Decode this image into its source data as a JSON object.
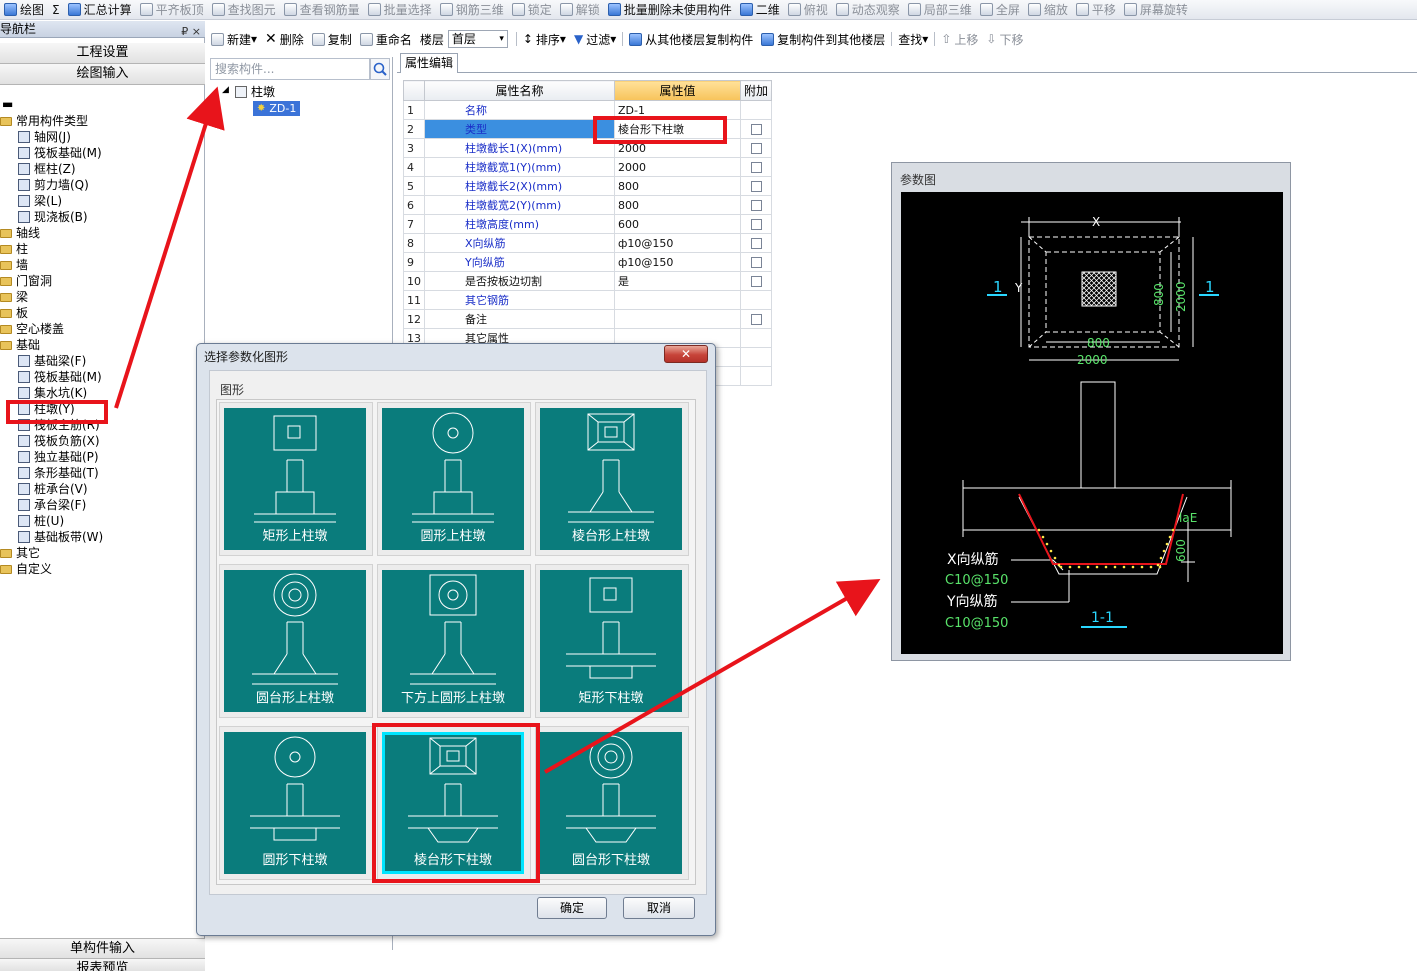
{
  "toolbar1": {
    "items": [
      {
        "label": "绘图",
        "enabled": true
      },
      {
        "label": "Σ",
        "enabled": true
      },
      {
        "label": "汇总计算",
        "enabled": true
      },
      {
        "label": "平齐板顶",
        "enabled": false
      },
      {
        "label": "查找图元",
        "enabled": false
      },
      {
        "label": "查看钢筋量",
        "enabled": false
      },
      {
        "label": "批量选择",
        "enabled": false
      },
      {
        "label": "钢筋三维",
        "enabled": false
      },
      {
        "label": "锁定",
        "enabled": false
      },
      {
        "label": "解锁",
        "enabled": false
      },
      {
        "label": "批量删除未使用构件",
        "enabled": true
      },
      {
        "label": "二维",
        "enabled": true
      },
      {
        "label": "俯视",
        "enabled": false
      },
      {
        "label": "动态观察",
        "enabled": false
      },
      {
        "label": "局部三维",
        "enabled": false
      },
      {
        "label": "全屏",
        "enabled": false
      },
      {
        "label": "缩放",
        "enabled": false
      },
      {
        "label": "平移",
        "enabled": false
      },
      {
        "label": "屏幕旋转",
        "enabled": false
      }
    ]
  },
  "nav": {
    "title": "导航栏",
    "pin": "₽ ×",
    "btn_project": "工程设置",
    "btn_drawing": "绘图输入",
    "btn_single": "单构件输入",
    "btn_report": "报表预览",
    "tree": [
      {
        "label": "常用构件类型",
        "level": 0,
        "type": "folder"
      },
      {
        "label": "轴网(J)",
        "level": 1,
        "type": "comp"
      },
      {
        "label": "筏板基础(M)",
        "level": 1,
        "type": "comp"
      },
      {
        "label": "框柱(Z)",
        "level": 1,
        "type": "comp"
      },
      {
        "label": "剪力墙(Q)",
        "level": 1,
        "type": "comp"
      },
      {
        "label": "梁(L)",
        "level": 1,
        "type": "comp"
      },
      {
        "label": "现浇板(B)",
        "level": 1,
        "type": "comp"
      },
      {
        "label": "轴线",
        "level": 0,
        "type": "folder"
      },
      {
        "label": "柱",
        "level": 0,
        "type": "folder"
      },
      {
        "label": "墙",
        "level": 0,
        "type": "folder"
      },
      {
        "label": "门窗洞",
        "level": 0,
        "type": "folder"
      },
      {
        "label": "梁",
        "level": 0,
        "type": "folder"
      },
      {
        "label": "板",
        "level": 0,
        "type": "folder"
      },
      {
        "label": "空心楼盖",
        "level": 0,
        "type": "folder"
      },
      {
        "label": "基础",
        "level": 0,
        "type": "folder"
      },
      {
        "label": "基础梁(F)",
        "level": 1,
        "type": "comp"
      },
      {
        "label": "筏板基础(M)",
        "level": 1,
        "type": "comp"
      },
      {
        "label": "集水坑(K)",
        "level": 1,
        "type": "comp"
      },
      {
        "label": "柱墩(Y)",
        "level": 1,
        "type": "comp"
      },
      {
        "label": "筏板主筋(R)",
        "level": 1,
        "type": "comp"
      },
      {
        "label": "筏板负筋(X)",
        "level": 1,
        "type": "comp"
      },
      {
        "label": "独立基础(P)",
        "level": 1,
        "type": "comp"
      },
      {
        "label": "条形基础(T)",
        "level": 1,
        "type": "comp"
      },
      {
        "label": "桩承台(V)",
        "level": 1,
        "type": "comp"
      },
      {
        "label": "承台梁(F)",
        "level": 1,
        "type": "comp"
      },
      {
        "label": "桩(U)",
        "level": 1,
        "type": "comp"
      },
      {
        "label": "基础板带(W)",
        "level": 1,
        "type": "comp"
      },
      {
        "label": "其它",
        "level": 0,
        "type": "folder"
      },
      {
        "label": "自定义",
        "level": 0,
        "type": "folder"
      }
    ]
  },
  "toolbar2": {
    "new": "新建",
    "delete": "删除",
    "copy": "复制",
    "rename": "重命名",
    "floor_label": "楼层",
    "floor_value": "首层",
    "sort": "排序",
    "filter": "过滤",
    "copy_from": "从其他楼层复制构件",
    "copy_to": "复制构件到其他楼层",
    "find": "查找",
    "up": "上移",
    "down": "下移"
  },
  "search": {
    "placeholder": "搜索构件..."
  },
  "comp_tree": {
    "root": "柱墩",
    "child": "ZD-1"
  },
  "props": {
    "tab": "属性编辑",
    "headers": [
      "属性名称",
      "属性值",
      "附加"
    ],
    "rows": [
      {
        "n": "1",
        "name": "名称",
        "value": "ZD-1",
        "blue": true,
        "check": false
      },
      {
        "n": "2",
        "name": "类型",
        "value": "棱台形下柱墩",
        "blue": true,
        "check": true
      },
      {
        "n": "3",
        "name": "柱墩截长1(X)(mm)",
        "value": "2000",
        "blue": true,
        "check": true
      },
      {
        "n": "4",
        "name": "柱墩截宽1(Y)(mm)",
        "value": "2000",
        "blue": true,
        "check": true
      },
      {
        "n": "5",
        "name": "柱墩截长2(X)(mm)",
        "value": "800",
        "blue": true,
        "check": true
      },
      {
        "n": "6",
        "name": "柱墩截宽2(Y)(mm)",
        "value": "800",
        "blue": true,
        "check": true
      },
      {
        "n": "7",
        "name": "柱墩高度(mm)",
        "value": "600",
        "blue": true,
        "check": true
      },
      {
        "n": "8",
        "name": "X向纵筋",
        "value": "ф10@150",
        "blue": true,
        "check": true
      },
      {
        "n": "9",
        "name": "Y向纵筋",
        "value": "ф10@150",
        "blue": true,
        "check": true
      },
      {
        "n": "10",
        "name": "是否按板边切割",
        "value": "是",
        "blue": false,
        "check": true
      },
      {
        "n": "11",
        "name": "其它钢筋",
        "value": "",
        "blue": true,
        "check": false
      },
      {
        "n": "12",
        "name": "备注",
        "value": "",
        "blue": false,
        "check": true
      },
      {
        "n": "13",
        "name": "其它属性",
        "value": "",
        "blue": false,
        "check": false
      },
      {
        "n": "",
        "name": "",
        "value": "",
        "blue": false,
        "check": false
      },
      {
        "n": "",
        "name": "",
        "value": "",
        "blue": false,
        "check": false
      }
    ]
  },
  "param": {
    "title": "参数图",
    "labels": {
      "x": "X",
      "y": "Y",
      "sec1a": "1",
      "sec1b": "1",
      "d800h": "800",
      "d2000h": "2000",
      "d800v": "800",
      "d2000v": "2000",
      "lae": "laE",
      "d600": "600",
      "xbar": "X向纵筋",
      "xbar_val": "C10@150",
      "ybar": "Y向纵筋",
      "ybar_val": "C10@150",
      "section": "1-1"
    }
  },
  "dialog": {
    "title": "选择参数化图形",
    "close": "✕",
    "group": "图形",
    "shapes": [
      {
        "label": "矩形上柱墩",
        "top": "square",
        "base": "step"
      },
      {
        "label": "圆形上柱墩",
        "top": "circle",
        "base": "step"
      },
      {
        "label": "棱台形上柱墩",
        "top": "frustum",
        "base": "taper"
      },
      {
        "label": "圆台形上柱墩",
        "top": "ring",
        "base": "taper"
      },
      {
        "label": "下方上圆形上柱墩",
        "top": "squarecircle",
        "base": "taper"
      },
      {
        "label": "矩形下柱墩",
        "top": "square",
        "base": "down"
      },
      {
        "label": "圆形下柱墩",
        "top": "circle",
        "base": "down"
      },
      {
        "label": "棱台形下柱墩",
        "top": "frustum",
        "base": "downtaper"
      },
      {
        "label": "圆台形下柱墩",
        "top": "ring",
        "base": "downtaper"
      }
    ],
    "ok": "确定",
    "cancel": "取消"
  },
  "colors": {
    "highlight": "#e8141b",
    "tile": "#0a7c7c",
    "selected_tile": "#00e5ff"
  }
}
